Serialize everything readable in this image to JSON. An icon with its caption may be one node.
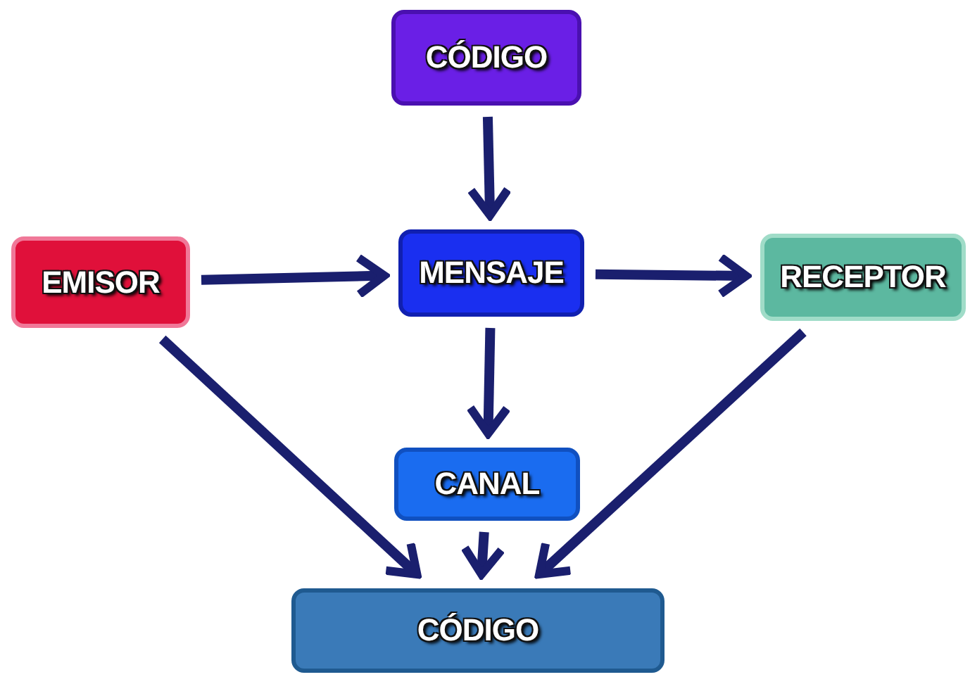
{
  "diagram": {
    "nodes": [
      {
        "text": [
          "CÓDIGO"
        ]
      },
      {
        "text": [
          "EMISOR"
        ]
      },
      {
        "text": [
          "MENSAJE"
        ]
      },
      {
        "text": [
          "RECEPTOR"
        ]
      },
      {
        "text": [
          "CANAL"
        ]
      },
      {
        "text": [
          "CÓDIGO"
        ]
      }
    ],
    "edges": [
      {
        "from": 0,
        "to": 2,
        "arrow": "to"
      },
      {
        "from": 1,
        "to": 2,
        "arrow": "to"
      },
      {
        "from": 2,
        "to": 3,
        "arrow": "to"
      },
      {
        "from": 2,
        "to": 4,
        "arrow": "to"
      },
      {
        "from": 4,
        "to": 5,
        "arrow": "to"
      },
      {
        "from": 1,
        "to": 5,
        "arrow": "to"
      },
      {
        "from": 3,
        "to": 5,
        "arrow": "to"
      }
    ]
  }
}
